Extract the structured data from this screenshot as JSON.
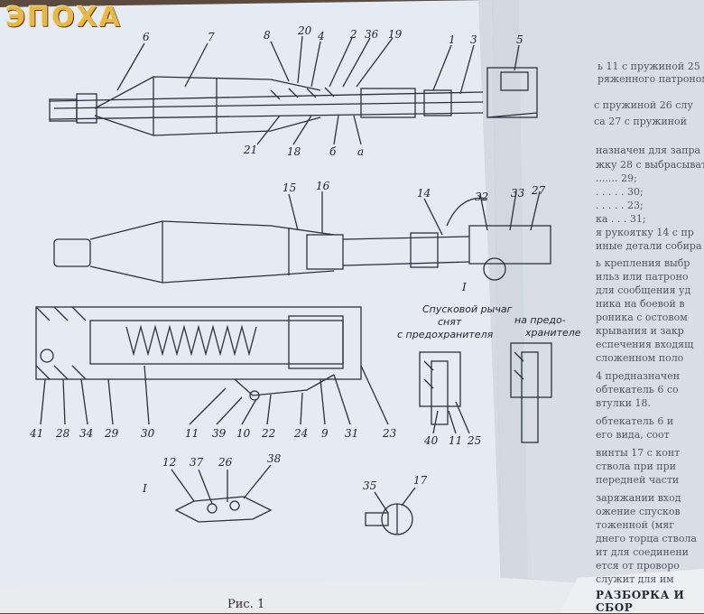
{
  "watermark": "ЭПОХА",
  "top_view_callouts": [
    "6",
    "7",
    "8",
    "20",
    "4",
    "2",
    "36",
    "19",
    "1",
    "3",
    "5",
    "21",
    "18",
    "б",
    "а"
  ],
  "middle_view_callouts": [
    "15",
    "16",
    "14",
    "32",
    "33",
    "27",
    "I"
  ],
  "section_view_callouts": [
    "41",
    "28",
    "34",
    "29",
    "30",
    "11",
    "39",
    "10",
    "22",
    "24",
    "9",
    "31",
    "23"
  ],
  "lever_detail": {
    "title_line1": "Спусковой рычаг",
    "removed_label": [
      "снят",
      "с предохранителя"
    ],
    "safe_label": [
      "на предо-",
      "хранителе"
    ],
    "callouts": [
      "40",
      "11",
      "25"
    ]
  },
  "detail_I_callouts": [
    "12",
    "37",
    "26",
    "38",
    "I"
  ],
  "detail_pin_callouts": [
    "35",
    "17"
  ],
  "right_page_lines": [
    "ь 11 с пружиной 25",
    "ряженного патроном",
    "с пружиной 26 слу",
    "са 27 с пружиной",
    "назначен для запра",
    "жку 28 с выбрасыват",
    "....... 29;",
    ". . . . . 30;",
    ". . . . . 23;",
    "ка . . . 31;",
    "я рукоятку 14 с пр",
    "иные детали собира",
    "ь крепления выбр",
    "ильз или патроно",
    "для сообщения уд",
    "ника на боевой в",
    "роника с остовом",
    "крывания и закр",
    "еспечения входящ",
    "сложенном поло",
    "4 предназначен",
    "обтекатель 6 со",
    "втулки 18.",
    "обтекатель 6 и",
    "его вида, соот",
    "винты 17 с конт",
    "ствола при при",
    "передней части",
    "заряжании вход",
    "ожение спусков",
    "тоженной (мяг",
    "днего торца ствола",
    "ит для соединени",
    "ется от проворо",
    "служит для им"
  ],
  "footer_title": "РАЗБОРКА И СБОР",
  "figure_caption": "Рис. 1"
}
